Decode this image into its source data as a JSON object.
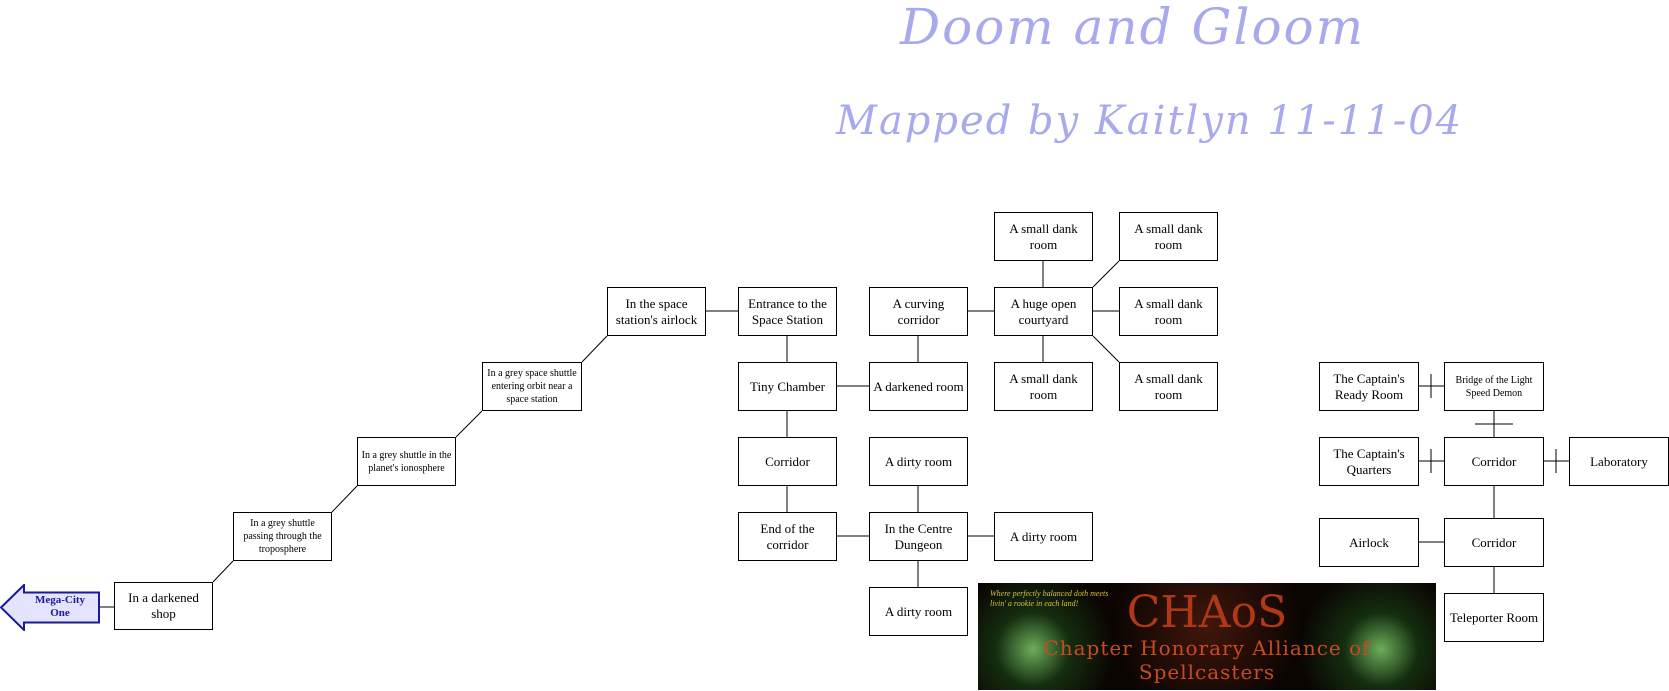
{
  "title": "Doom and Gloom",
  "subtitle": "Mapped by Kaitlyn 11-11-04",
  "exit": {
    "label": "Mega-City One",
    "fill": "#e4e4ff",
    "stroke": "#1a1a9a"
  },
  "rooms": [
    {
      "id": "darkened-shop",
      "label": "In a darkened shop"
    },
    {
      "id": "shuttle-troposphere",
      "label": "In a grey shuttle passing through the troposphere"
    },
    {
      "id": "shuttle-ionosphere",
      "label": "In a grey shuttle in the planet's ionosphere"
    },
    {
      "id": "shuttle-orbit",
      "label": "In a grey space shuttle entering orbit near a space station"
    },
    {
      "id": "station-airlock",
      "label": "In the space station's airlock"
    },
    {
      "id": "station-entrance",
      "label": "Entrance to the Space Station"
    },
    {
      "id": "tiny-chamber",
      "label": "Tiny Chamber"
    },
    {
      "id": "corridor-west",
      "label": "Corridor"
    },
    {
      "id": "end-corridor",
      "label": "End of the corridor"
    },
    {
      "id": "curving-corridor",
      "label": "A curving corridor"
    },
    {
      "id": "darkened-room",
      "label": "A darkened room"
    },
    {
      "id": "dirty-room-north",
      "label": "A dirty room"
    },
    {
      "id": "centre-dungeon",
      "label": "In the Centre Dungeon"
    },
    {
      "id": "dirty-room-east",
      "label": "A dirty room"
    },
    {
      "id": "dirty-room-south",
      "label": "A dirty room"
    },
    {
      "id": "huge-courtyard",
      "label": "A huge open courtyard"
    },
    {
      "id": "dank-n",
      "label": "A small dank room"
    },
    {
      "id": "dank-ne",
      "label": "A small dank room"
    },
    {
      "id": "dank-e",
      "label": "A small dank room"
    },
    {
      "id": "dank-s",
      "label": "A small dank room"
    },
    {
      "id": "dank-se",
      "label": "A small dank room"
    },
    {
      "id": "captains-ready-room",
      "label": "The Captain's Ready Room"
    },
    {
      "id": "bridge",
      "label": "Bridge of the Light Speed Demon"
    },
    {
      "id": "captains-quarters",
      "label": "The Captain's Quarters"
    },
    {
      "id": "corridor-ship",
      "label": "Corridor"
    },
    {
      "id": "laboratory",
      "label": "Laboratory"
    },
    {
      "id": "airlock",
      "label": "Airlock"
    },
    {
      "id": "corridor-lower",
      "label": "Corridor"
    },
    {
      "id": "teleporter-room",
      "label": "Teleporter Room"
    }
  ],
  "banner": {
    "tagline": "Where perfectly balanced doth meets livin' a rookie in each land!",
    "logo": "CHAoS",
    "name": "Chapter Honorary Alliance of Spellcasters"
  }
}
